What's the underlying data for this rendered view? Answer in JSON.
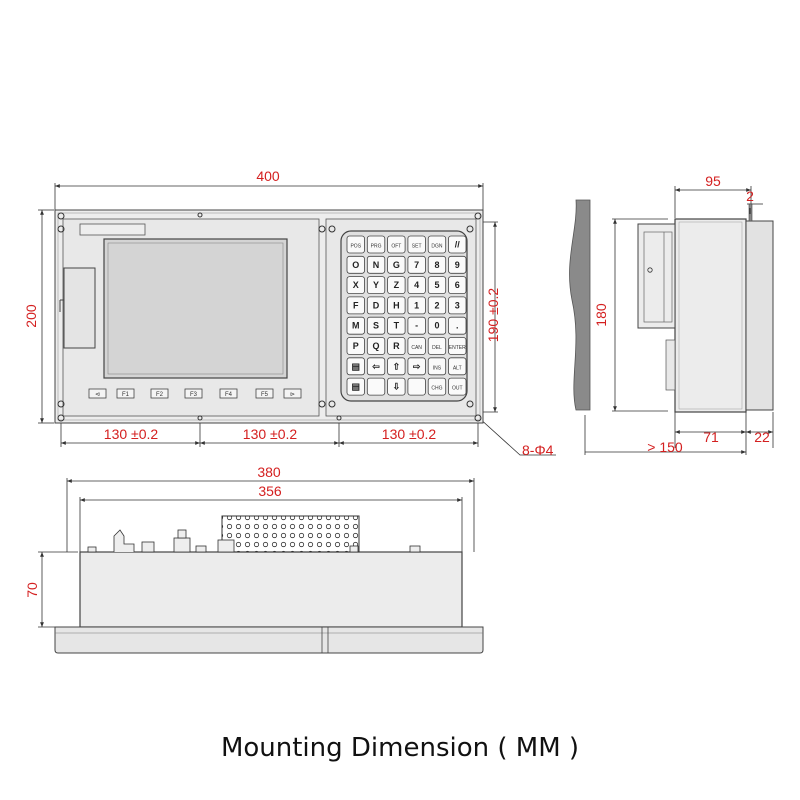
{
  "caption": "Mounting Dimension ( MM )",
  "colors": {
    "dimension": "#d42020",
    "line": "#444444",
    "panel": "#e4e4e4",
    "screen": "#d2d2d2"
  },
  "front": {
    "width": "400",
    "height": "200",
    "pitch": [
      "130 ±0.2",
      "130 ±0.2",
      "130 ±0.2"
    ],
    "keypad_height": "190 ±0.2",
    "holes": "8-Φ4",
    "fkeys": [
      "⊲",
      "F1",
      "F2",
      "F3",
      "F4",
      "F5",
      "⊳"
    ]
  },
  "keys": [
    [
      "POS",
      "PRG",
      "OFT",
      "SET",
      "DGN",
      "//"
    ],
    [
      "O",
      "N",
      "G",
      "7",
      "8",
      "9"
    ],
    [
      "X",
      "Y",
      "Z",
      "4",
      "5",
      "6"
    ],
    [
      "F",
      "D",
      "H",
      "1",
      "2",
      "3"
    ],
    [
      "M",
      "S",
      "T",
      "-",
      "0",
      "."
    ],
    [
      "P",
      "Q",
      "R",
      "CAN",
      "DEL",
      "ENTER"
    ],
    [
      "▤",
      "⇦",
      "⇧",
      "⇨",
      "INS",
      "ALT"
    ],
    [
      "▤",
      "",
      "⇩",
      "",
      "CHG",
      "OUT"
    ]
  ],
  "side": {
    "depth": "95",
    "thickness": "2",
    "height": "180",
    "clearance": "> 150",
    "rear": "71",
    "front": "22"
  },
  "bottom": {
    "outer": "380",
    "inner": "356",
    "height": "70"
  }
}
